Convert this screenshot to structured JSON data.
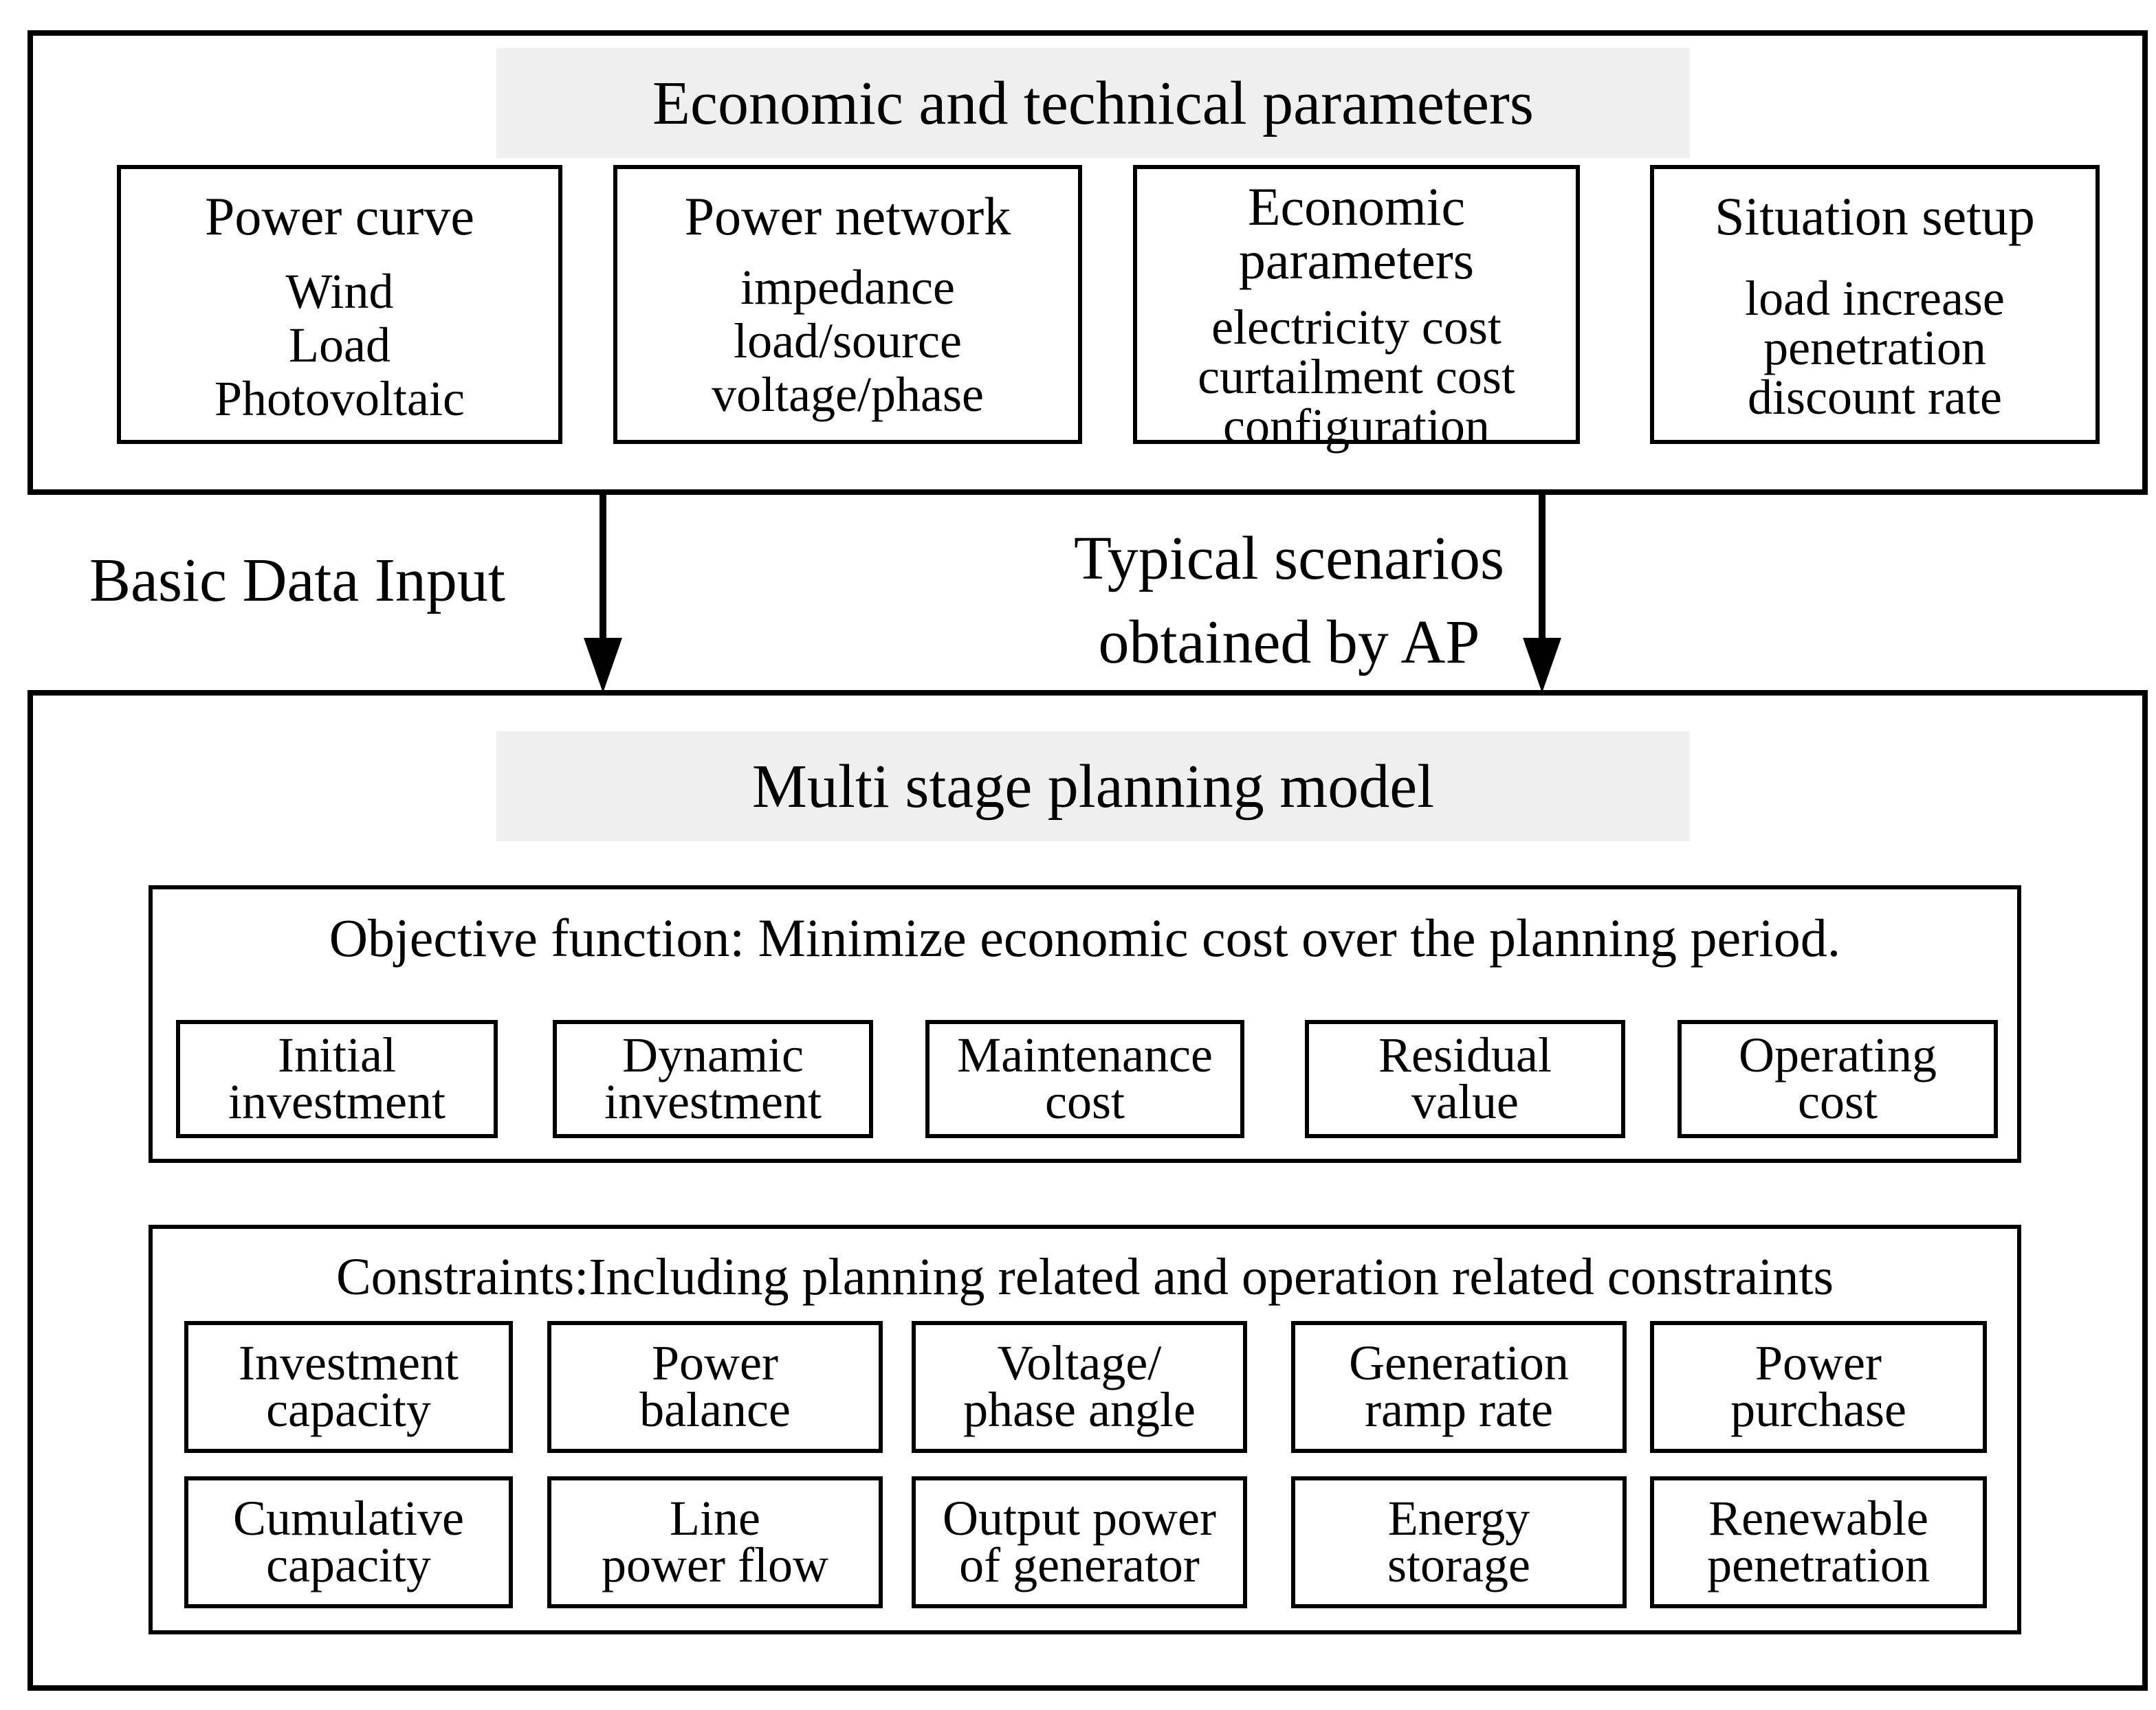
{
  "top_section": {
    "title": "Economic and technical parameters",
    "boxes": [
      {
        "title": "Power curve",
        "items": [
          "Wind",
          "Load",
          "Photovoltaic"
        ]
      },
      {
        "title": "Power network",
        "items": [
          "impedance",
          "load/source",
          "voltage/phase"
        ]
      },
      {
        "title_lines": [
          "Economic",
          "parameters"
        ],
        "items": [
          "electricity cost",
          "curtailment cost",
          "configuration"
        ]
      },
      {
        "title": "Situation setup",
        "items": [
          "load increase",
          "penetration",
          "discount rate"
        ]
      }
    ]
  },
  "arrows": {
    "left_label": "Basic Data Input",
    "right_label_lines": [
      "Typical scenarios",
      "obtained by AP"
    ]
  },
  "bottom_section": {
    "title": "Multi stage planning model",
    "objective": {
      "heading": "Objective function: Minimize economic cost over the planning period.",
      "items": [
        [
          "Initial",
          "investment"
        ],
        [
          "Dynamic",
          "investment"
        ],
        [
          "Maintenance",
          "cost"
        ],
        [
          "Residual",
          "value"
        ],
        [
          "Operating",
          "cost"
        ]
      ]
    },
    "constraints": {
      "heading": "Constraints:Including planning related and operation related constraints",
      "row1": [
        [
          "Investment",
          "capacity"
        ],
        [
          "Power",
          "balance"
        ],
        [
          "Voltage/",
          "phase angle"
        ],
        [
          "Generation",
          "ramp rate"
        ],
        [
          "Power",
          "purchase"
        ]
      ],
      "row2": [
        [
          "Cumulative",
          "capacity"
        ],
        [
          "Line",
          "power flow"
        ],
        [
          "Output power",
          "of generator"
        ],
        [
          "Energy",
          "storage"
        ],
        [
          "Renewable",
          "penetration"
        ]
      ]
    }
  }
}
